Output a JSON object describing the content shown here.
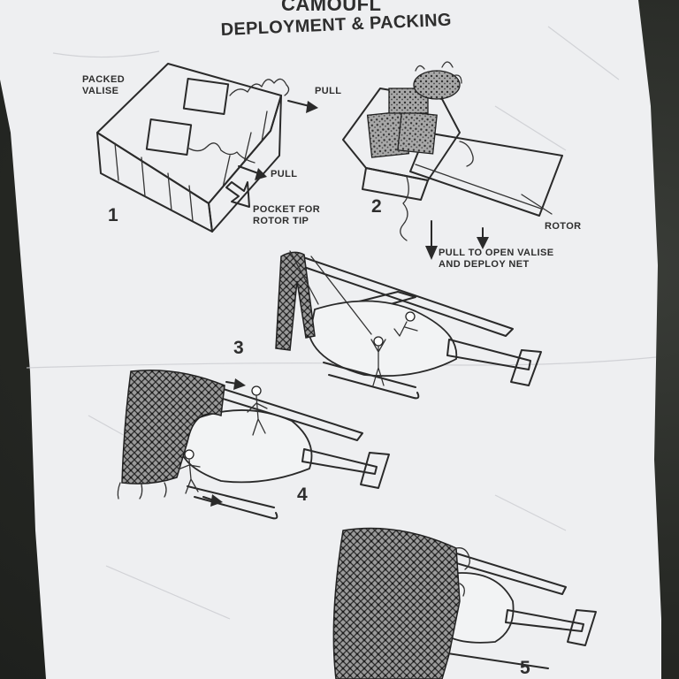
{
  "document": {
    "title_partial": "CAMOUFL",
    "title": "DEPLOYMENT & PACKING"
  },
  "labels": {
    "packed_valise": [
      "PACKED",
      "VALISE"
    ],
    "pull_1": "PULL",
    "pull_2": "PULL",
    "pocket": [
      "POCKET FOR",
      "ROTOR TIP"
    ],
    "rotor": "ROTOR",
    "pull_open": [
      "PULL TO OPEN VALISE",
      "AND DEPLOY NET"
    ]
  },
  "steps": [
    "1",
    "2",
    "3",
    "4",
    "5"
  ],
  "colors": {
    "paper": "#eeeff1",
    "ink": "#2a2a2a",
    "background": "#262824"
  }
}
